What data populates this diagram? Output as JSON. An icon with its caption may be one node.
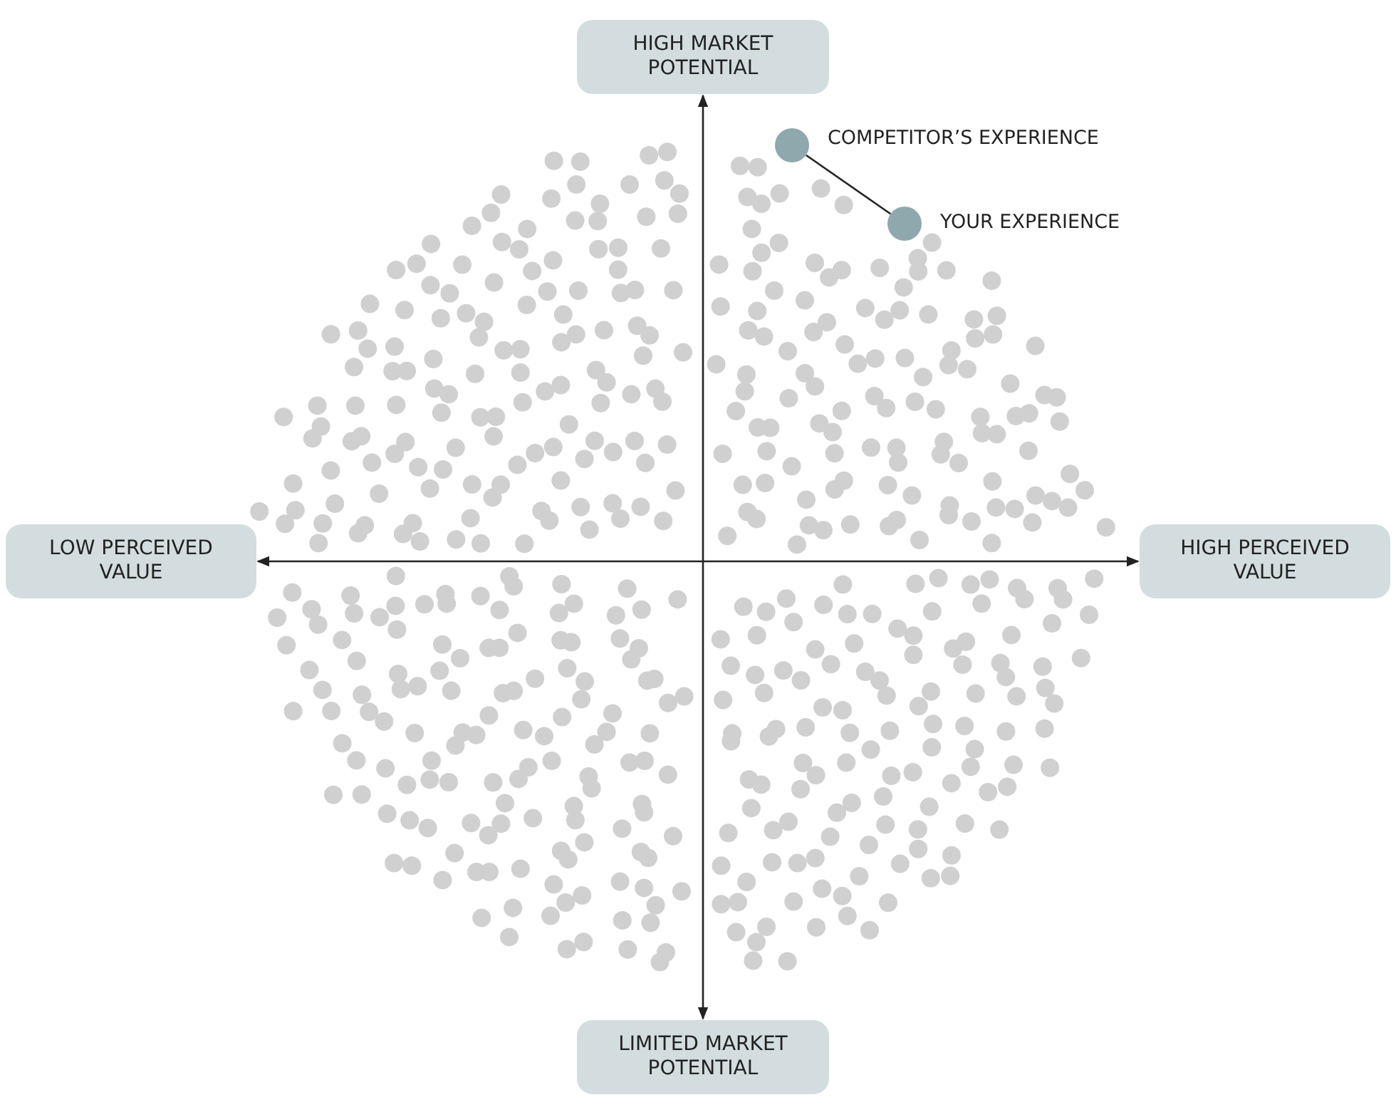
{
  "diagram": {
    "nodes": [
      {
        "text": [
          "HIGH MARKET POTENTIAL"
        ]
      },
      {
        "text": [
          "LOW PERCEIVED VALUE"
        ]
      },
      {
        "text": [
          "HIGH PERCEIVED VALUE"
        ]
      },
      {
        "text": [
          "LIMITED MARKET POTENTIAL"
        ]
      },
      {
        "text": [],
        "shape": "circle",
        "beside": [
          "COMPETITOR’S EXPERIENCE"
        ]
      },
      {
        "text": [],
        "shape": "circle",
        "beside": [
          "YOUR EXPERIENCE"
        ]
      }
    ],
    "edges": [
      {
        "from": 0,
        "to": 3,
        "arrow": "both"
      },
      {
        "from": 1,
        "to": 2,
        "arrow": "both"
      },
      {
        "from": 4,
        "to": 5,
        "arrow": "none"
      }
    ]
  }
}
